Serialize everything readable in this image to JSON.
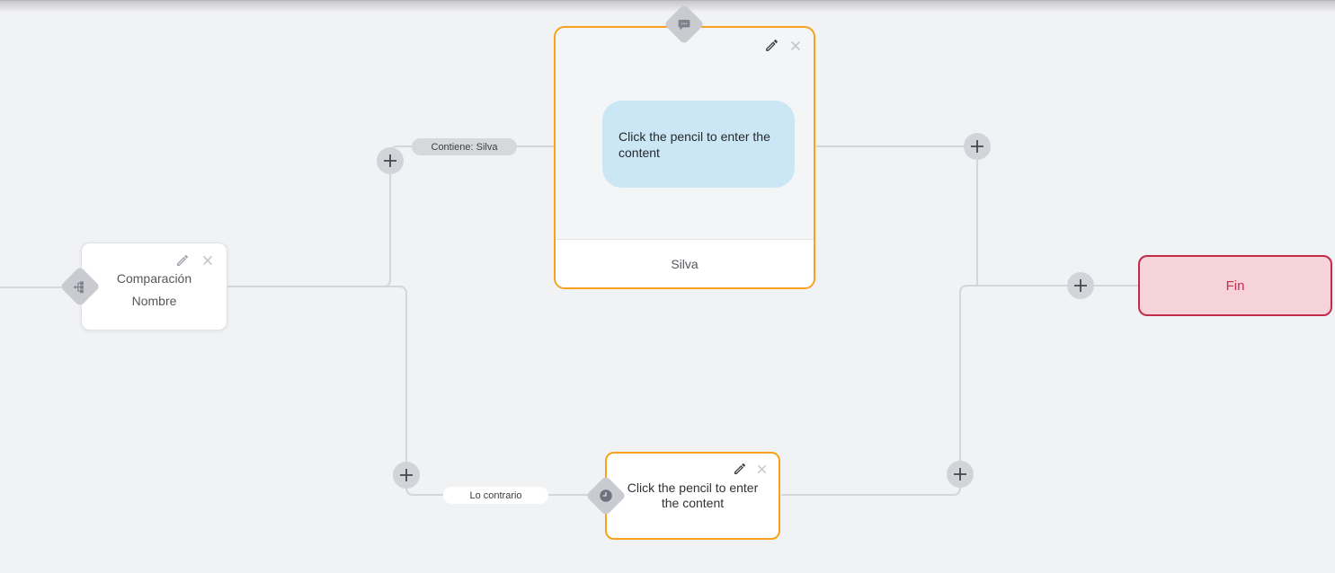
{
  "colors": {
    "accent_orange": "#f7a11f",
    "edge_color": "#d5d6da",
    "canvas_bg": "#f1f2f4",
    "bubble_blue": "#cbe7f5",
    "fin_bg": "#f5d3d9",
    "fin_border": "#c02c49",
    "fin_text": "#c5304e"
  },
  "edge_labels": {
    "top": "Contiene: Silva",
    "bottom": "Lo contrario"
  },
  "nodes": {
    "condition": {
      "type_icon": "sitemap-icon",
      "title_lines": [
        "Comparación",
        "Nombre"
      ]
    },
    "message": {
      "type_icon": "chat-bubble-icon",
      "bubble_text": "Click the pencil to enter the content",
      "footer_label": "Silva"
    },
    "delay": {
      "type_icon": "clock-icon",
      "placeholder_text": "Click the pencil to enter the content"
    },
    "end": {
      "label": "Fin"
    }
  }
}
